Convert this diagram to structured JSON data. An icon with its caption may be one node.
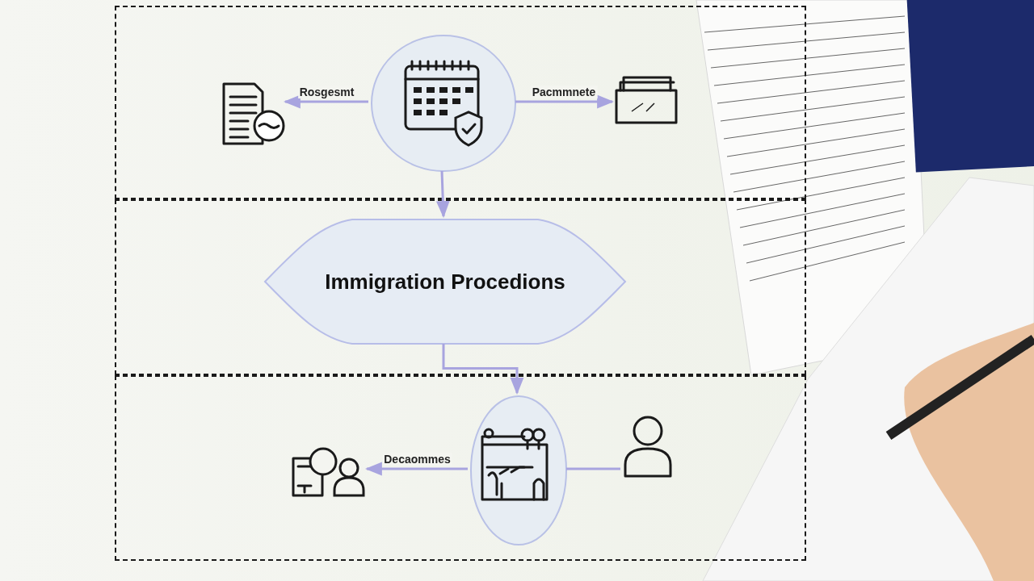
{
  "diagram": {
    "nodes": [
      {
        "text": [],
        "shape": "box"
      },
      {
        "text": [],
        "shape": "box"
      },
      {
        "text": [],
        "shape": "box"
      },
      {
        "text": [],
        "shape": "picture",
        "in": 0
      },
      {
        "text": [],
        "shape": "circle",
        "in": 0
      },
      {
        "text": [],
        "shape": "picture",
        "in": 0
      },
      {
        "text": [
          "Immigration Procedions"
        ],
        "in": 1
      },
      {
        "text": [],
        "shape": "picture",
        "in": 2
      },
      {
        "text": [],
        "shape": "circle",
        "in": 2
      },
      {
        "text": [],
        "shape": "picture",
        "in": 2
      }
    ],
    "edges": [
      {
        "from": 4,
        "to": 3,
        "label": "Rosgesmt",
        "arrow": "to"
      },
      {
        "from": 4,
        "to": 5,
        "label": "Pacmmnete",
        "arrow": "to"
      },
      {
        "from": 4,
        "to": 6,
        "arrow": "to"
      },
      {
        "from": 6,
        "to": 8,
        "arrow": "to"
      },
      {
        "from": 8,
        "to": 7,
        "label": "Decaommes",
        "arrow": "to"
      },
      {
        "from": 8,
        "to": 9,
        "arrow": "none"
      }
    ]
  }
}
